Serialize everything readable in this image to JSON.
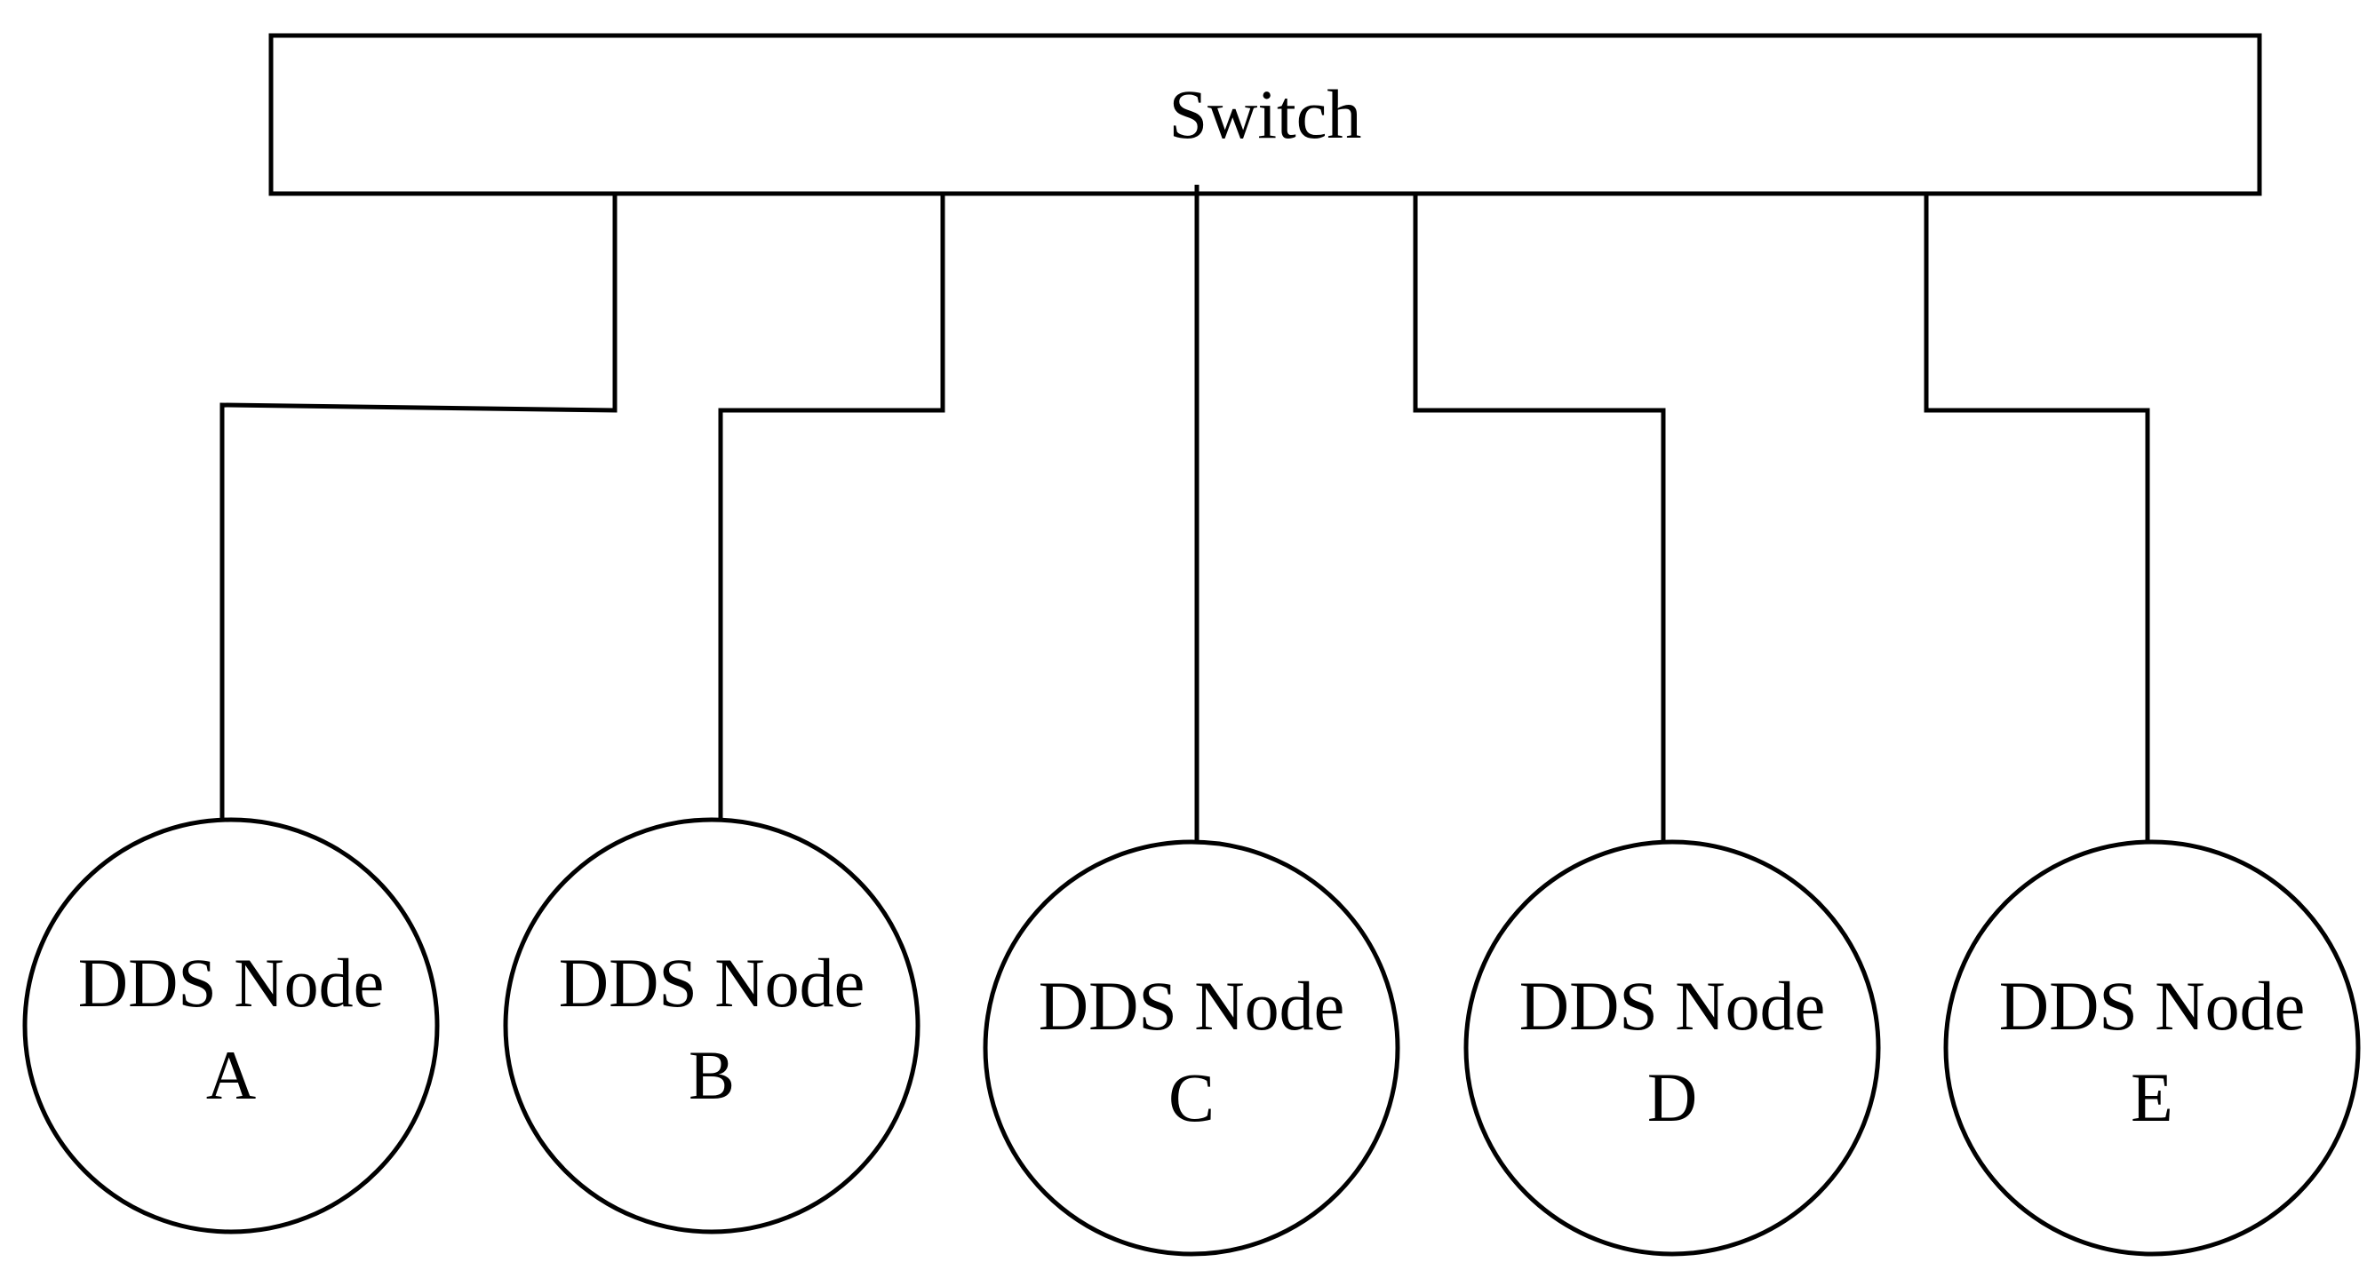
{
  "switch": {
    "label": "Switch"
  },
  "nodes": [
    {
      "id": "a",
      "line1": "DDS Node",
      "line2": "A"
    },
    {
      "id": "b",
      "line1": "DDS Node",
      "line2": "B"
    },
    {
      "id": "c",
      "line1": "DDS Node",
      "line2": "C"
    },
    {
      "id": "d",
      "line1": "DDS Node",
      "line2": "D"
    },
    {
      "id": "e",
      "line1": "DDS Node",
      "line2": "E"
    }
  ]
}
